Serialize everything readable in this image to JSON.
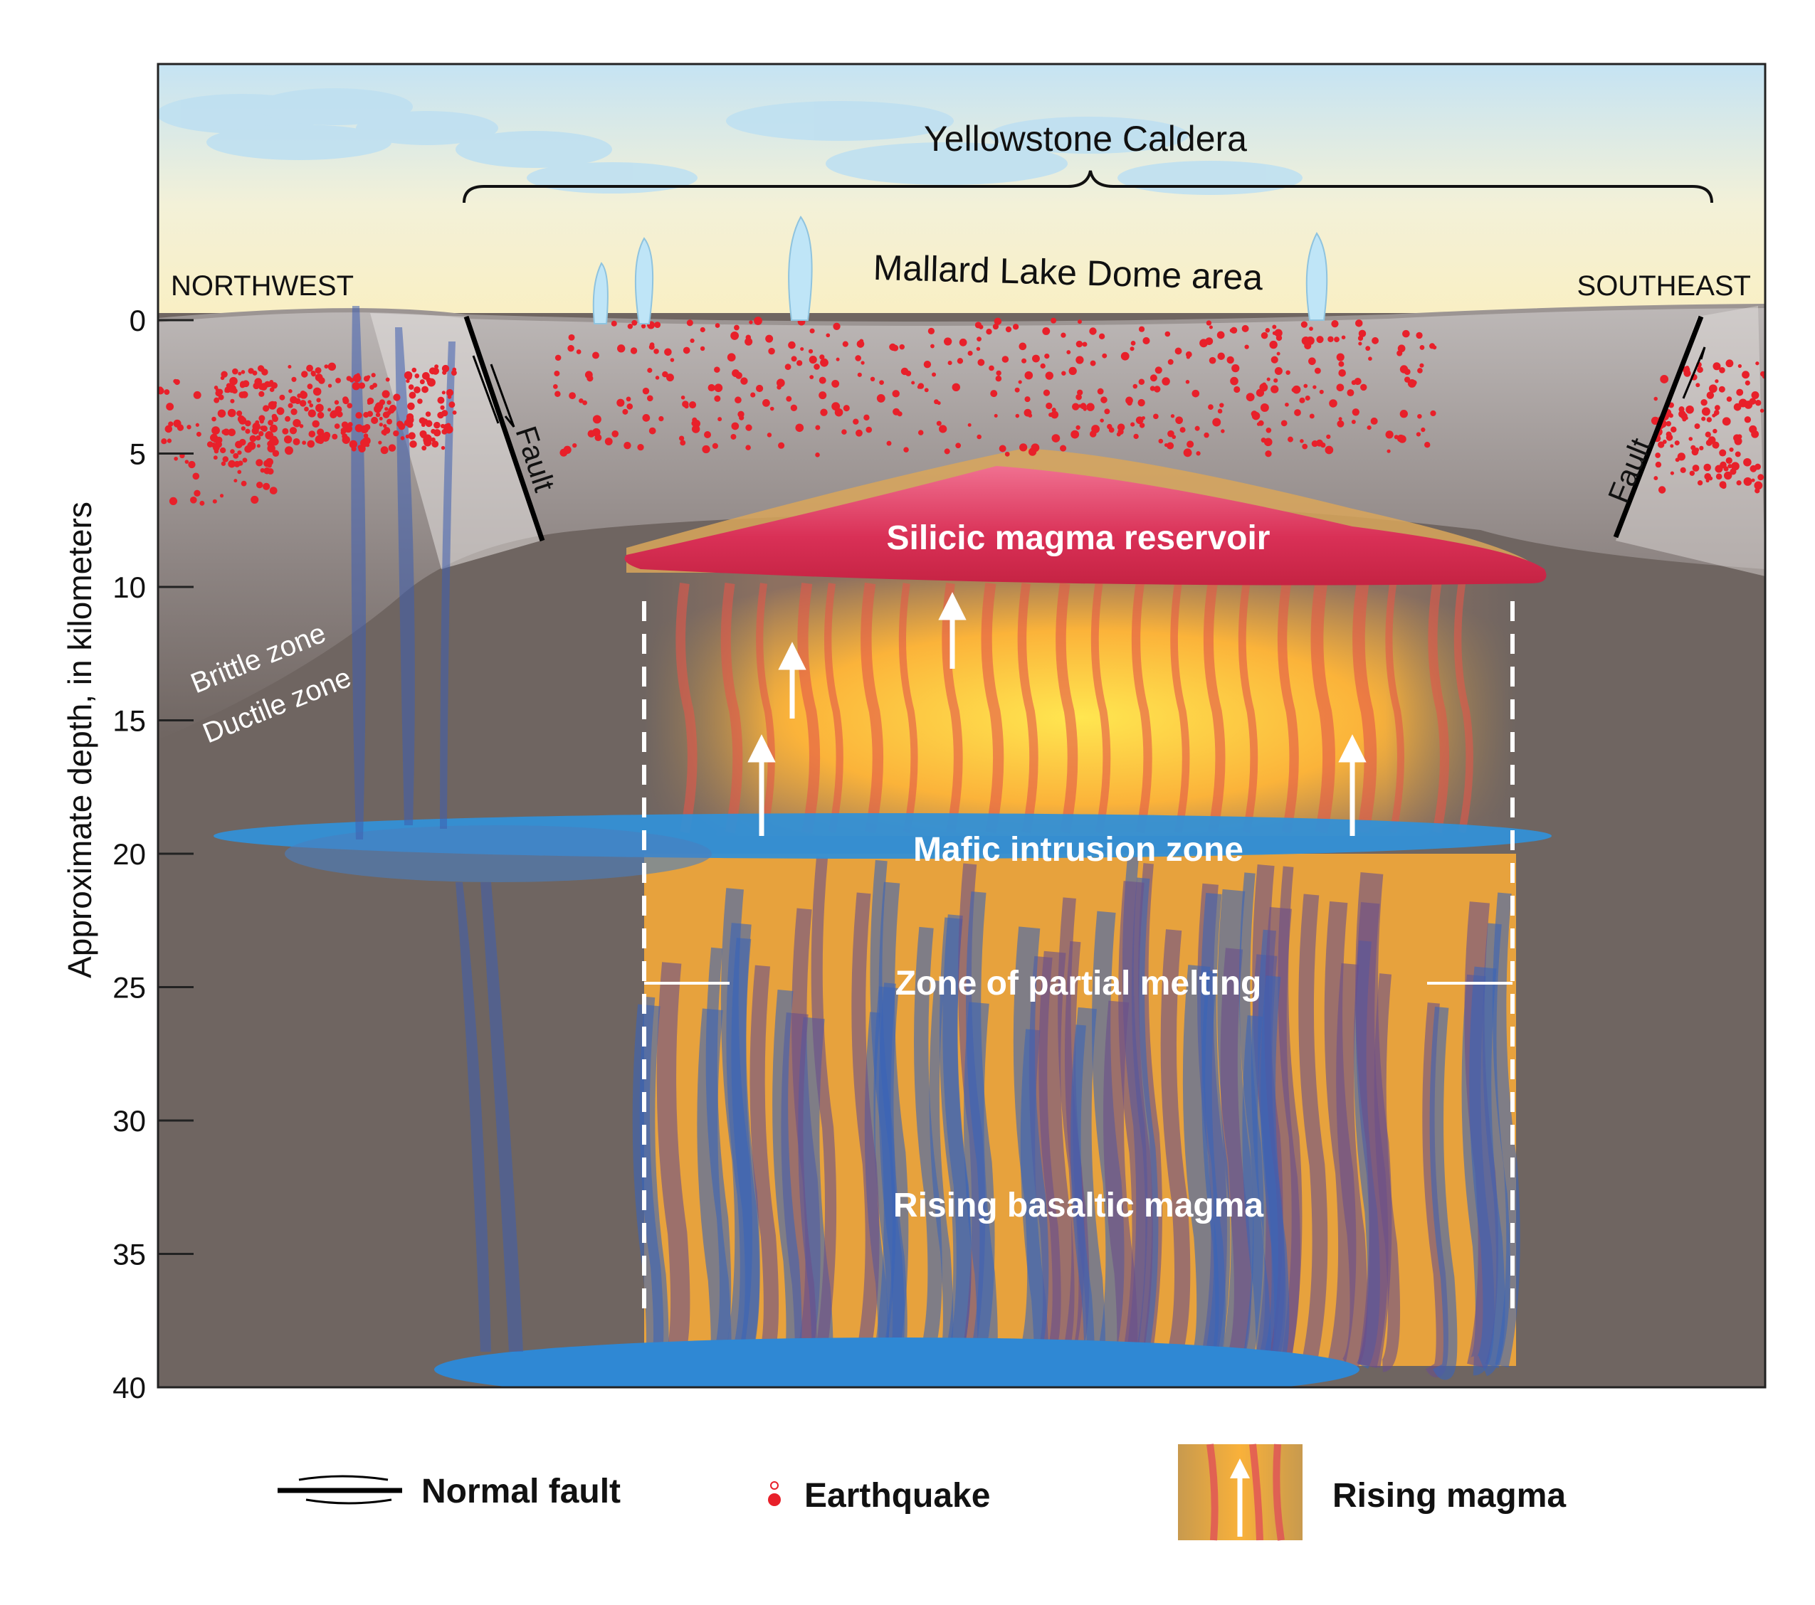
{
  "axis": {
    "ylabel": "Approximate depth, in kilometers",
    "ticks": [
      0,
      5,
      10,
      15,
      20,
      25,
      30,
      35,
      40
    ],
    "ylim": [
      0,
      40
    ]
  },
  "labels": {
    "caldera": "Yellowstone Caldera",
    "dome": "Mallard Lake Dome area",
    "northwest": "NORTHWEST",
    "southeast": "SOUTHEAST",
    "fault_left": "Fault",
    "fault_right": "Fault",
    "brittle": "Brittle zone",
    "ductile": "Ductile zone",
    "silicic": "Silicic magma reservoir",
    "mafic": "Mafic intrusion zone",
    "partial": "Zone of partial melting",
    "basaltic": "Rising basaltic magma"
  },
  "legend": {
    "fault": "Normal fault",
    "earthquake": "Earthquake",
    "magma": "Rising magma"
  },
  "colors": {
    "sky_top": "#c9e4f2",
    "sky_bottom": "#fbefc4",
    "crust": "#6f6561",
    "brittle": "#b4aeac",
    "silicic": "#d83a5c",
    "magma_orange": "#f7a83a",
    "mafic_blue": "#2f8fd4",
    "earthquake": "#e8202a"
  }
}
